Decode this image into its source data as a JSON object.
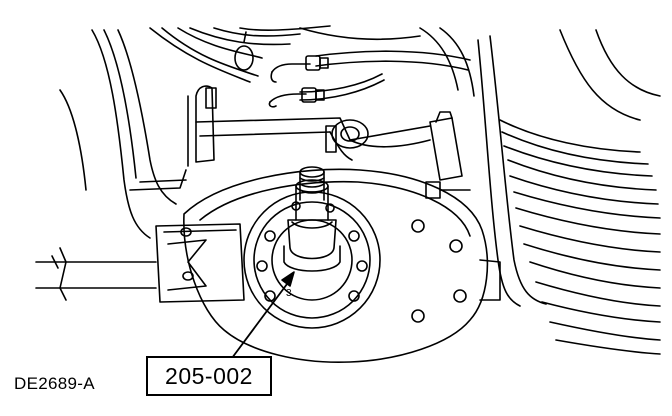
{
  "figure": {
    "id_label": "DE2689-A",
    "callout_label": "205-002",
    "mark_3": "3"
  },
  "style": {
    "line_color": "#000000",
    "background": "#ffffff"
  }
}
